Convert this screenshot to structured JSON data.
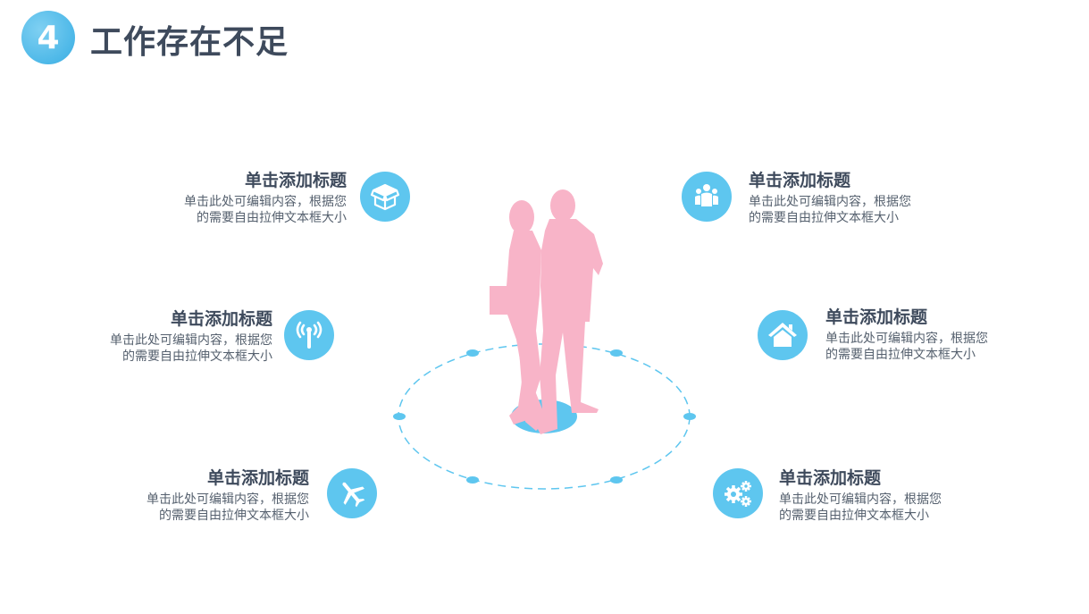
{
  "header": {
    "number": "4",
    "title": "工作存在不足"
  },
  "colors": {
    "accent": "#5ec6ef",
    "title_text": "#3e4a5c",
    "body_text": "#55606e",
    "figure": "#f8b4c8"
  },
  "items": [
    {
      "position": "top-left",
      "icon": "box-icon",
      "title": "单击添加标题",
      "line1": "单击此处可编辑内容，根据您",
      "line2": "的需要自由拉伸文本框大小"
    },
    {
      "position": "middle-left",
      "icon": "signal-icon",
      "title": "单击添加标题",
      "line1": "单击此处可编辑内容，根据您",
      "line2": "的需要自由拉伸文本框大小"
    },
    {
      "position": "bottom-left",
      "icon": "airplane-icon",
      "title": "单击添加标题",
      "line1": "单击此处可编辑内容，根据您",
      "line2": "的需要自由拉伸文本框大小"
    },
    {
      "position": "top-right",
      "icon": "team-icon",
      "title": "单击添加标题",
      "line1": "单击此处可编辑内容，根据您",
      "line2": "的需要自由拉伸文本框大小"
    },
    {
      "position": "middle-right",
      "icon": "home-icon",
      "title": "单击添加标题",
      "line1": "单击此处可编辑内容，根据您",
      "line2": "的需要自由拉伸文本框大小"
    },
    {
      "position": "bottom-right",
      "icon": "gears-icon",
      "title": "单击添加标题",
      "line1": "单击此处可编辑内容，根据您",
      "line2": "的需要自由拉伸文本框大小"
    }
  ]
}
